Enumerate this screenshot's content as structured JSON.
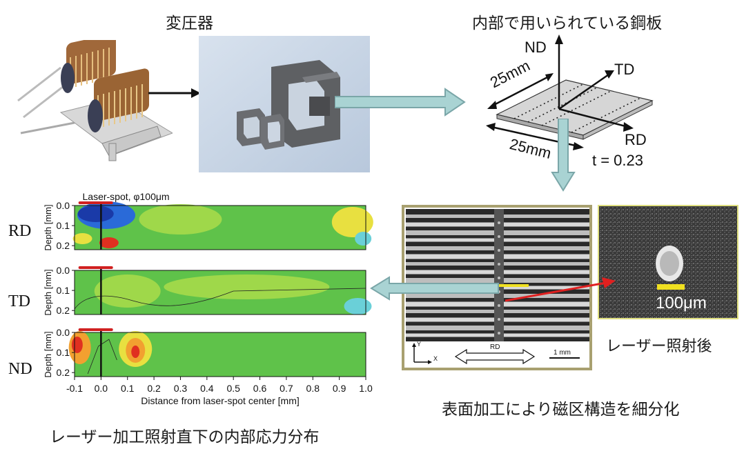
{
  "top": {
    "transformer_label": "変圧器",
    "steel_sheet_label": "内部で用いられている鋼板"
  },
  "sheet_diagram": {
    "nd": "ND",
    "td": "TD",
    "rd": "RD",
    "dim1": "25mm",
    "dim2": "25mm",
    "thickness": "t = 0.23"
  },
  "micrograph": {
    "y_label": "Y",
    "x_label": "X",
    "rd_label": "RD",
    "scale_label": "1 mm",
    "after_laser_caption": "レーザー照射後",
    "inset_scale": "100μm",
    "bottom_caption": "表面加工により磁区構造を細分化"
  },
  "stress_chart": {
    "laser_spot_label": "Laser-spot, φ100μm",
    "panels": [
      {
        "name": "RD",
        "ylabel": "Depth [mm]",
        "yticks": [
          "0.0",
          "0.1",
          "0.2"
        ]
      },
      {
        "name": "TD",
        "ylabel": "Depth [mm]",
        "yticks": [
          "0.0",
          "0.1",
          "0.2"
        ]
      },
      {
        "name": "ND",
        "ylabel": "Depth [mm]",
        "yticks": [
          "0.0",
          "0.1",
          "0.2"
        ]
      }
    ],
    "xlabel": "Distance from laser-spot center [mm]",
    "caption": "レーザー加工照射直下の内部応力分布"
  },
  "chart_data": {
    "type": "heatmap",
    "x_ticks": [
      "-0.1",
      "0.0",
      "0.1",
      "0.2",
      "0.3",
      "0.4",
      "0.5",
      "0.6",
      "0.7",
      "0.8",
      "0.9",
      "1.0"
    ],
    "x_values": [
      -0.1,
      0.0,
      0.1,
      0.2,
      0.3,
      0.4,
      0.5,
      0.6,
      0.7,
      0.8,
      0.9,
      1.0
    ],
    "xlim": [
      -0.1,
      1.0
    ],
    "ylim": [
      0.0,
      0.22
    ],
    "y_ticks": [
      0.0,
      0.1,
      0.2
    ],
    "laser_spot_center": 0.0,
    "laser_spot_range": [
      -0.05,
      0.05
    ],
    "xlabel": "Distance from laser-spot center [mm]",
    "ylabel": "Depth [mm]",
    "series": [
      {
        "name": "RD"
      },
      {
        "name": "TD"
      },
      {
        "name": "ND"
      }
    ]
  },
  "colors": {
    "base_green": "#5fc24a",
    "light_green": "#9fd84a",
    "yellow": "#e8e040",
    "orange": "#f2a030",
    "red": "#e03020",
    "blue": "#2a6ad8",
    "cyan": "#6ad0d8",
    "arrow_fill": "#a9d3d3",
    "frame": "#a8a070",
    "laser_red": "#d02020"
  }
}
